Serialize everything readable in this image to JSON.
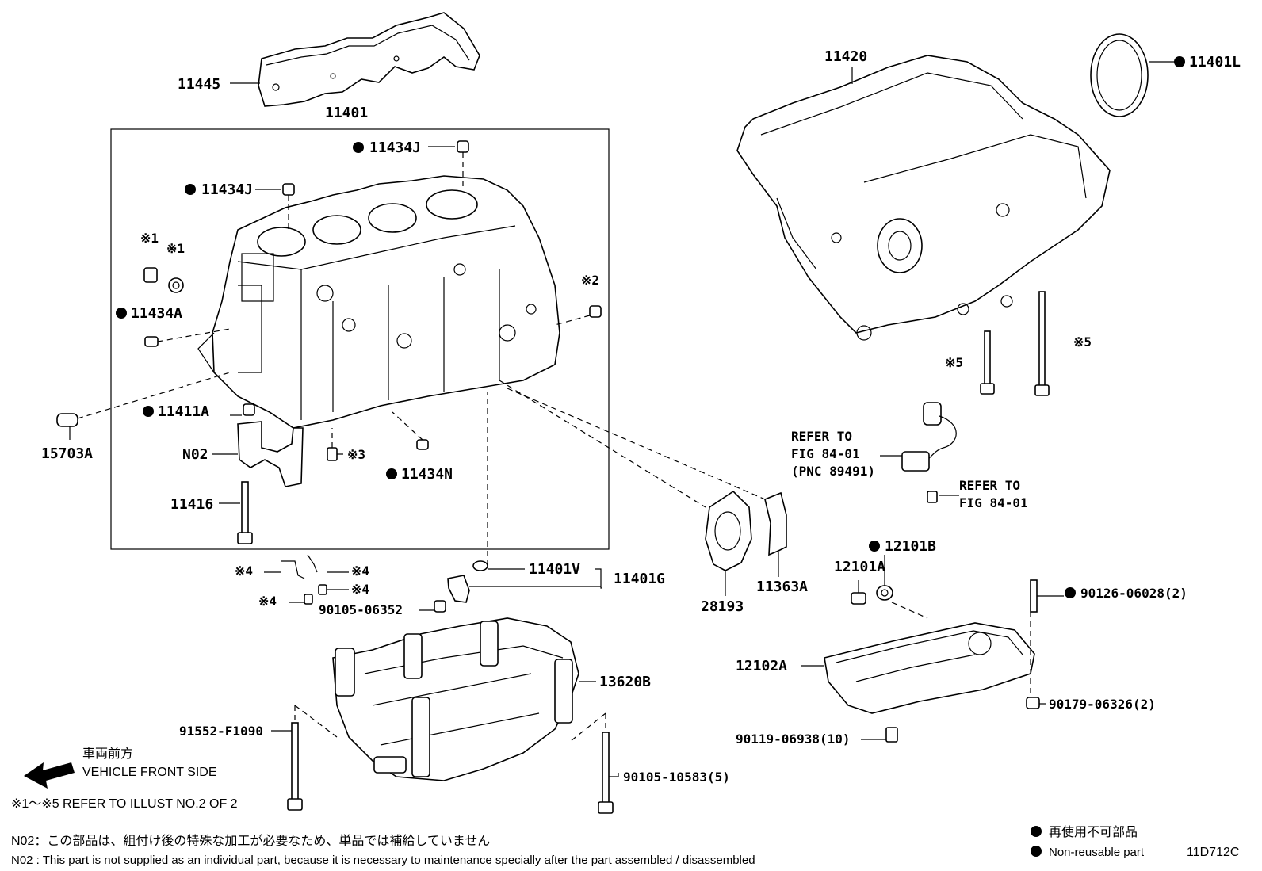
{
  "labels": {
    "p11445": "11445",
    "p11401": "11401",
    "p11434J_a": "11434J",
    "p11434J_b": "11434J",
    "mark1a": "※1",
    "mark1b": "※1",
    "mark2": "※2",
    "p11434A": "11434A",
    "p11411A": "11411A",
    "p15703A": "15703A",
    "pN02": "N02",
    "mark3": "※3",
    "p11434N": "11434N",
    "p11416": "11416",
    "p11420": "11420",
    "p11401L": "11401L",
    "mark5a": "※5",
    "mark5b": "※5",
    "refer1_line1": "REFER TO",
    "refer1_line2": "FIG 84-01",
    "refer1_line3": "(PNC 89491)",
    "refer2_line1": "REFER TO",
    "refer2_line2": "FIG 84-01",
    "p12101B": "12101B",
    "p12101A": "12101A",
    "p90126": "90126-06028(2)",
    "p12102A": "12102A",
    "p90179": "90179-06326(2)",
    "p90119": "90119-06938(10)",
    "mark4a": "※4",
    "mark4b": "※4",
    "mark4c": "※4",
    "mark4d": "※4",
    "p90105_06352": "90105-06352",
    "p11401V": "11401V",
    "p11401G": "11401G",
    "p28193": "28193",
    "p11363A": "11363A",
    "p13620B": "13620B",
    "p91552": "91552-F1090",
    "p90105_10583": "90105-10583(5)"
  },
  "notes": {
    "front_jp": "車両前方",
    "front_en": "VEHICLE FRONT SIDE",
    "refer_illust": "※1～※5  REFER TO ILLUST NO.2 OF 2",
    "n02_jp": "N02：この部品は、組付け後の特殊な加工が必要なため、単品では補給していません",
    "n02_en": "N02 : This part is not supplied as an individual part, because it is necessary to maintenance specially after the part assembled / disassembled",
    "legend_jp": "再使用不可部品",
    "legend_en": "Non-reusable part",
    "figure_code": "11D712C"
  }
}
